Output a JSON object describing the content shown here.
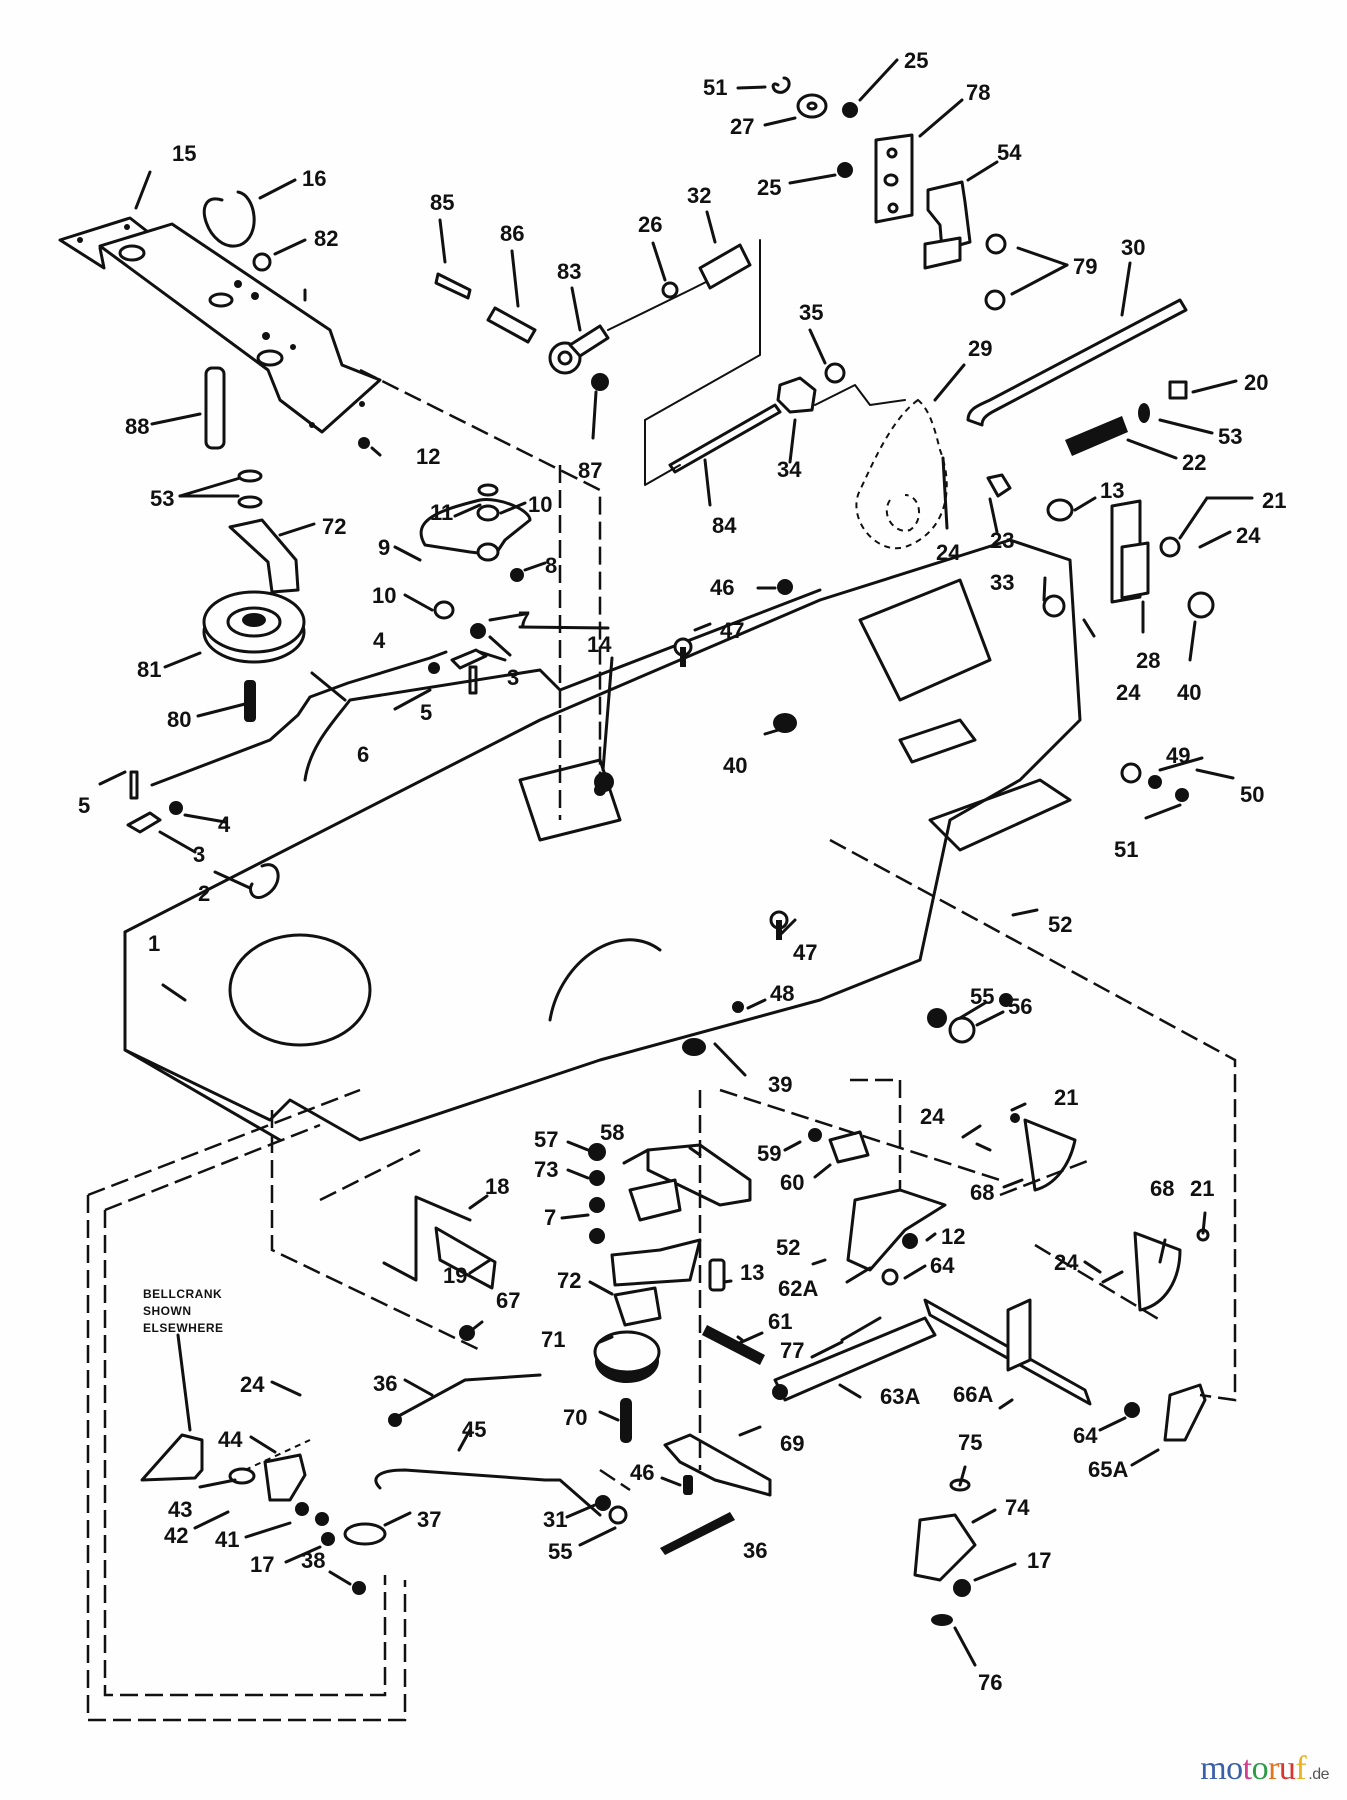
{
  "diagram": {
    "type": "exploded parts view",
    "subject": "tractor frame / chassis assembly with clutch, brake and lift linkage",
    "note": [
      "BELLCRANK",
      "SHOWN",
      "ELSEWHERE"
    ],
    "callouts": [
      {
        "id": "c1",
        "label": "1"
      },
      {
        "id": "c2",
        "label": "2"
      },
      {
        "id": "c3a",
        "label": "3"
      },
      {
        "id": "c3b",
        "label": "3"
      },
      {
        "id": "c4a",
        "label": "4"
      },
      {
        "id": "c4b",
        "label": "4"
      },
      {
        "id": "c5a",
        "label": "5"
      },
      {
        "id": "c5b",
        "label": "5"
      },
      {
        "id": "c6",
        "label": "6"
      },
      {
        "id": "c7a",
        "label": "7"
      },
      {
        "id": "c7b",
        "label": "7"
      },
      {
        "id": "c8",
        "label": "8"
      },
      {
        "id": "c9",
        "label": "9"
      },
      {
        "id": "c10a",
        "label": "10"
      },
      {
        "id": "c10b",
        "label": "10"
      },
      {
        "id": "c11",
        "label": "11"
      },
      {
        "id": "c12a",
        "label": "12"
      },
      {
        "id": "c12b",
        "label": "12"
      },
      {
        "id": "c13a",
        "label": "13"
      },
      {
        "id": "c13b",
        "label": "13"
      },
      {
        "id": "c14",
        "label": "14"
      },
      {
        "id": "c15",
        "label": "15"
      },
      {
        "id": "c16",
        "label": "16"
      },
      {
        "id": "c17a",
        "label": "17"
      },
      {
        "id": "c17b",
        "label": "17"
      },
      {
        "id": "c18",
        "label": "18"
      },
      {
        "id": "c19",
        "label": "19"
      },
      {
        "id": "c20",
        "label": "20"
      },
      {
        "id": "c21a",
        "label": "21"
      },
      {
        "id": "c21b",
        "label": "21"
      },
      {
        "id": "c21c",
        "label": "21"
      },
      {
        "id": "c22",
        "label": "22"
      },
      {
        "id": "c23",
        "label": "23"
      },
      {
        "id": "c24a",
        "label": "24"
      },
      {
        "id": "c24b",
        "label": "24"
      },
      {
        "id": "c24c",
        "label": "24"
      },
      {
        "id": "c24d",
        "label": "24"
      },
      {
        "id": "c24e",
        "label": "24"
      },
      {
        "id": "c24f",
        "label": "24"
      },
      {
        "id": "c25a",
        "label": "25"
      },
      {
        "id": "c25b",
        "label": "25"
      },
      {
        "id": "c26",
        "label": "26"
      },
      {
        "id": "c27",
        "label": "27"
      },
      {
        "id": "c28",
        "label": "28"
      },
      {
        "id": "c29",
        "label": "29"
      },
      {
        "id": "c30",
        "label": "30"
      },
      {
        "id": "c31",
        "label": "31"
      },
      {
        "id": "c32",
        "label": "32"
      },
      {
        "id": "c33",
        "label": "33"
      },
      {
        "id": "c34",
        "label": "34"
      },
      {
        "id": "c35",
        "label": "35"
      },
      {
        "id": "c36a",
        "label": "36"
      },
      {
        "id": "c36b",
        "label": "36"
      },
      {
        "id": "c37",
        "label": "37"
      },
      {
        "id": "c38",
        "label": "38"
      },
      {
        "id": "c39",
        "label": "39"
      },
      {
        "id": "c40a",
        "label": "40"
      },
      {
        "id": "c40b",
        "label": "40"
      },
      {
        "id": "c41",
        "label": "41"
      },
      {
        "id": "c42",
        "label": "42"
      },
      {
        "id": "c43",
        "label": "43"
      },
      {
        "id": "c44",
        "label": "44"
      },
      {
        "id": "c45",
        "label": "45"
      },
      {
        "id": "c46a",
        "label": "46"
      },
      {
        "id": "c46b",
        "label": "46"
      },
      {
        "id": "c47a",
        "label": "47"
      },
      {
        "id": "c47b",
        "label": "47"
      },
      {
        "id": "c48",
        "label": "48"
      },
      {
        "id": "c49",
        "label": "49"
      },
      {
        "id": "c50",
        "label": "50"
      },
      {
        "id": "c51a",
        "label": "51"
      },
      {
        "id": "c51b",
        "label": "51"
      },
      {
        "id": "c52a",
        "label": "52"
      },
      {
        "id": "c52b",
        "label": "52"
      },
      {
        "id": "c53a",
        "label": "53"
      },
      {
        "id": "c53b",
        "label": "53"
      },
      {
        "id": "c54",
        "label": "54"
      },
      {
        "id": "c55a",
        "label": "55"
      },
      {
        "id": "c55b",
        "label": "55"
      },
      {
        "id": "c56",
        "label": "56"
      },
      {
        "id": "c57",
        "label": "57"
      },
      {
        "id": "c58",
        "label": "58"
      },
      {
        "id": "c59",
        "label": "59"
      },
      {
        "id": "c60",
        "label": "60"
      },
      {
        "id": "c61",
        "label": "61"
      },
      {
        "id": "c62A",
        "label": "62A"
      },
      {
        "id": "c63A",
        "label": "63A"
      },
      {
        "id": "c64a",
        "label": "64"
      },
      {
        "id": "c64b",
        "label": "64"
      },
      {
        "id": "c65A",
        "label": "65A"
      },
      {
        "id": "c66A",
        "label": "66A"
      },
      {
        "id": "c67",
        "label": "67"
      },
      {
        "id": "c68a",
        "label": "68"
      },
      {
        "id": "c68b",
        "label": "68"
      },
      {
        "id": "c69",
        "label": "69"
      },
      {
        "id": "c70",
        "label": "70"
      },
      {
        "id": "c71",
        "label": "71"
      },
      {
        "id": "c72a",
        "label": "72"
      },
      {
        "id": "c72b",
        "label": "72"
      },
      {
        "id": "c73",
        "label": "73"
      },
      {
        "id": "c74",
        "label": "74"
      },
      {
        "id": "c75",
        "label": "75"
      },
      {
        "id": "c76",
        "label": "76"
      },
      {
        "id": "c77",
        "label": "77"
      },
      {
        "id": "c78",
        "label": "78"
      },
      {
        "id": "c79",
        "label": "79"
      },
      {
        "id": "c80",
        "label": "80"
      },
      {
        "id": "c81",
        "label": "81"
      },
      {
        "id": "c82",
        "label": "82"
      },
      {
        "id": "c83",
        "label": "83"
      },
      {
        "id": "c84",
        "label": "84"
      },
      {
        "id": "c85",
        "label": "85"
      },
      {
        "id": "c86",
        "label": "86"
      },
      {
        "id": "c87",
        "label": "87"
      },
      {
        "id": "c88",
        "label": "88"
      }
    ]
  },
  "watermark": {
    "letters": [
      {
        "ch": "m",
        "color": "#3b5fa8"
      },
      {
        "ch": "o",
        "color": "#3b5fa8"
      },
      {
        "ch": "t",
        "color": "#d23f8e"
      },
      {
        "ch": "o",
        "color": "#2f9a48"
      },
      {
        "ch": "r",
        "color": "#e0741f"
      },
      {
        "ch": "u",
        "color": "#d8352c"
      },
      {
        "ch": "f",
        "color": "#e9b423"
      }
    ],
    "tld": ".de"
  }
}
